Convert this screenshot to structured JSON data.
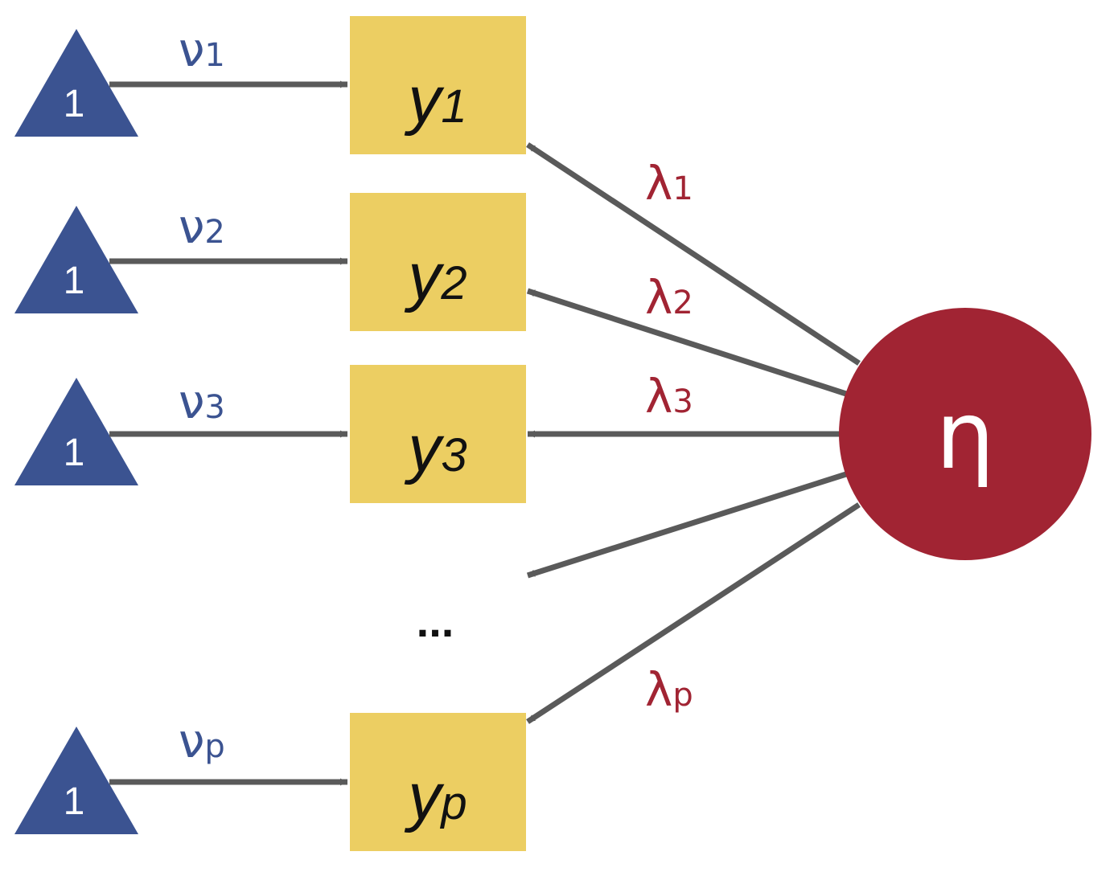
{
  "diagram": {
    "colors": {
      "constant": "#3b5391",
      "indicator": "#ecce62",
      "latent": "#a12433",
      "arrow": "#5a5a5a",
      "indicator_text": "#111111"
    },
    "constants": [
      {
        "label": "1"
      },
      {
        "label": "1"
      },
      {
        "label": "1"
      },
      {
        "label": "1"
      }
    ],
    "intercepts": [
      {
        "symbol": "ν",
        "sub": "1"
      },
      {
        "symbol": "ν",
        "sub": "2"
      },
      {
        "symbol": "ν",
        "sub": "3"
      },
      {
        "symbol": "ν",
        "sub": "p"
      }
    ],
    "indicators": [
      {
        "symbol": "y",
        "sub": "1"
      },
      {
        "symbol": "y",
        "sub": "2"
      },
      {
        "symbol": "y",
        "sub": "3"
      },
      {
        "symbol": "y",
        "sub": "p"
      }
    ],
    "loadings": [
      {
        "symbol": "λ",
        "sub": "1"
      },
      {
        "symbol": "λ",
        "sub": "2"
      },
      {
        "symbol": "λ",
        "sub": "3"
      },
      {
        "symbol": "λ",
        "sub": "p"
      }
    ],
    "ellipsis": "...",
    "latent": {
      "symbol": "η"
    }
  }
}
